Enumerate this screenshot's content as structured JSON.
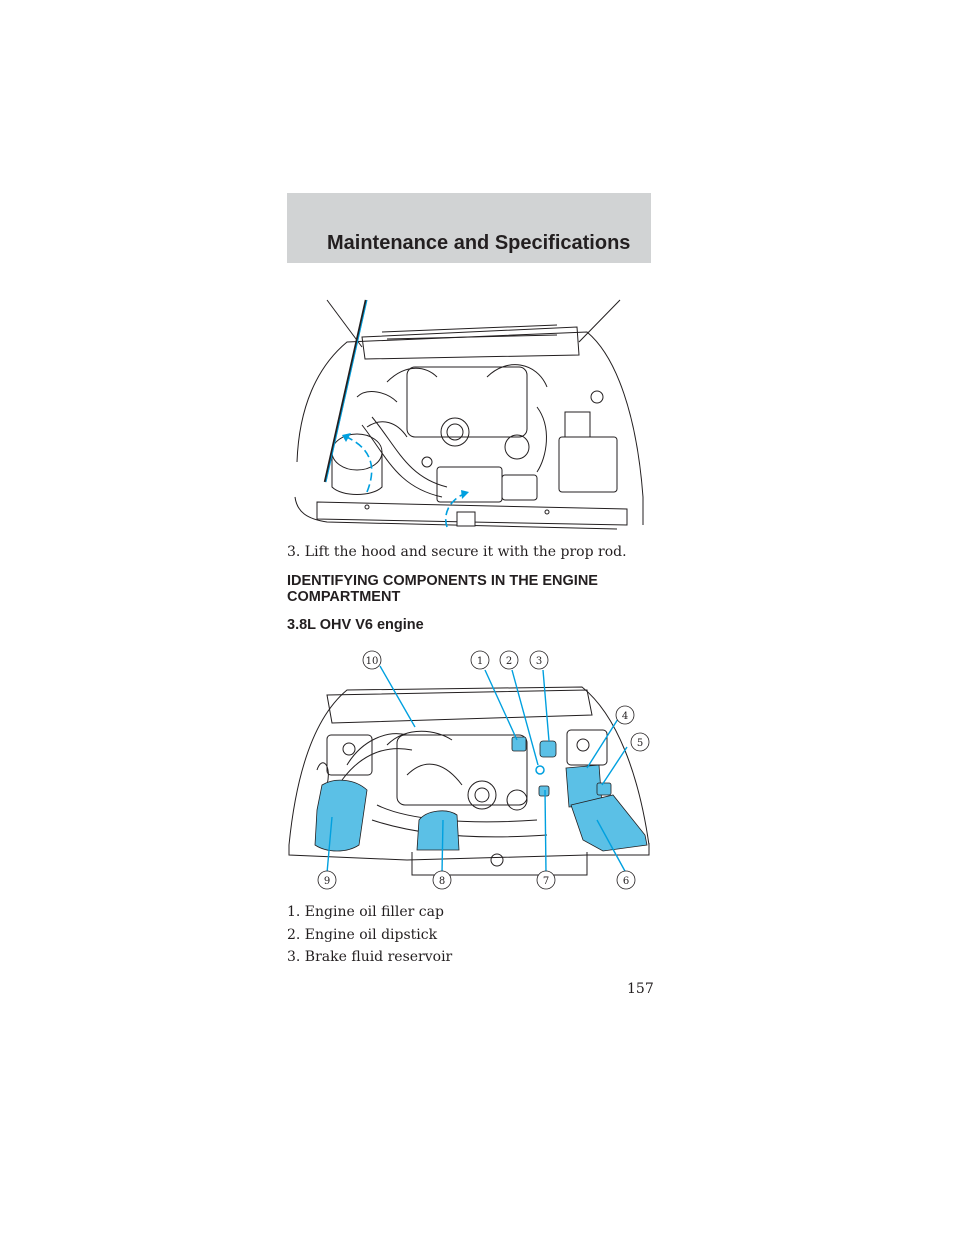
{
  "header": {
    "title": "Maintenance and Specifications"
  },
  "step": {
    "text": "3. Lift the hood and secure it with the prop rod."
  },
  "section": {
    "heading": "IDENTIFYING COMPONENTS IN THE ENGINE COMPARTMENT",
    "subheading": "3.8L OHV V6 engine"
  },
  "diagram": {
    "callouts": [
      "1",
      "2",
      "3",
      "4",
      "5",
      "6",
      "7",
      "8",
      "9",
      "10"
    ],
    "highlight_color": "#5bc0e6",
    "line_color": "#00a0df"
  },
  "legend": {
    "items": [
      "1. Engine oil filler cap",
      "2. Engine oil dipstick",
      "3. Brake fluid reservoir"
    ]
  },
  "page": {
    "number": "157"
  }
}
